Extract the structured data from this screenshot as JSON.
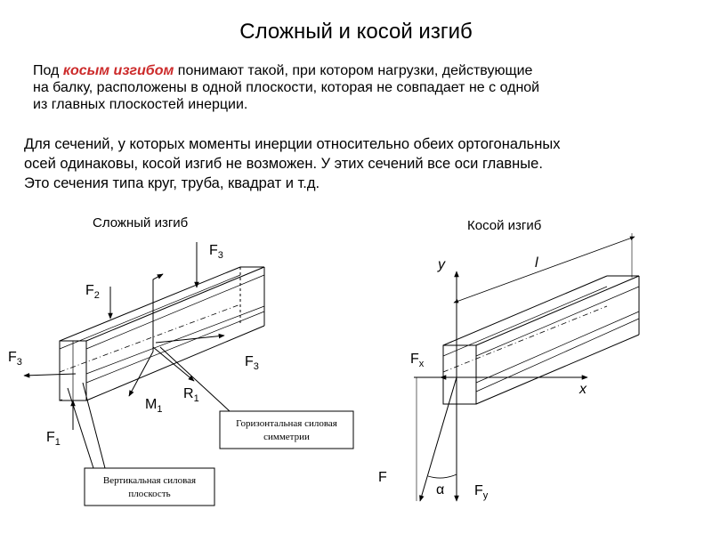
{
  "title": "Сложный и косой изгиб",
  "para1": {
    "prefix": "Под ",
    "emphasis": "косым изгибом",
    "rest_line1": " понимают такой, при котором нагрузки, действующие",
    "line2": "на балку, расположены в одной плоскости, которая не совпадает не с одной",
    "line3": "из главных плоскостей инерции."
  },
  "para2": {
    "line1": "Для сечений, у которых моменты инерции относительно обеих ортогональных",
    "line2": "осей  одинаковы, косой изгиб не возможен. У этих сечений все оси  главные.",
    "line3": "Это сечения типа круг, труба, квадрат и т.д."
  },
  "left_diagram": {
    "caption": "Сложный изгиб",
    "labels": {
      "f3_top": "F",
      "f3_top_sub": "3",
      "f2": "F",
      "f2_sub": "2",
      "f3_left": "F",
      "f3_left_sub": "3",
      "f3_right": "F",
      "f3_right_sub": "3",
      "m1": "M",
      "m1_sub": "1",
      "r1": "R",
      "r1_sub": "1",
      "f1": "F",
      "f1_sub": "1"
    },
    "callout_horizontal": [
      "Горизонтальная силовая",
      "симметрии"
    ],
    "callout_vertical": [
      "Вертикальная силовая",
      "плоскость"
    ]
  },
  "right_diagram": {
    "caption": "Косой изгиб",
    "labels": {
      "y": "y",
      "l": "l",
      "x": "x",
      "fx": "F",
      "fx_sub": "x",
      "f": "F",
      "alpha": "α",
      "fy": "F",
      "fy_sub": "y"
    }
  }
}
